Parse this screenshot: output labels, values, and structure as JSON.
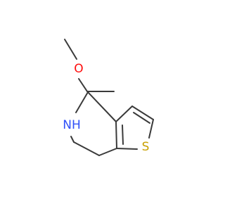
{
  "diagram": {
    "type": "chemical-structure",
    "atoms": [
      {
        "id": "o",
        "label": "O",
        "color": "#ff0d0d"
      },
      {
        "id": "n",
        "label": "NH",
        "color": "#3050f8"
      },
      {
        "id": "s",
        "label": "S",
        "color": "#c8a000"
      }
    ],
    "colors": {
      "bond": "#3a3a3a",
      "oxygen": "#ff0d0d",
      "nitrogen": "#3050f8",
      "sulfur": "#c8a000"
    }
  }
}
